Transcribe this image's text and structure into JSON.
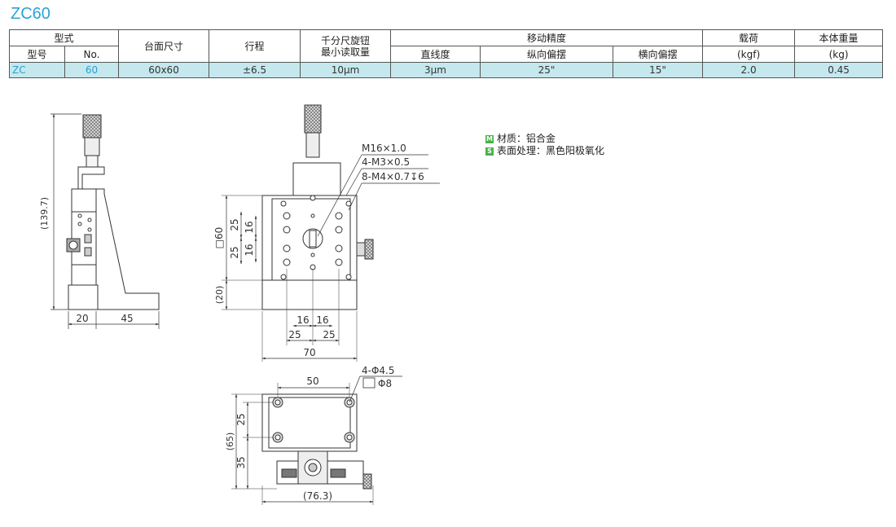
{
  "title": "ZC60",
  "table": {
    "header1": [
      "型式",
      "台面尺寸",
      "行程",
      "千分尺旋钮",
      "移动精度",
      "载荷",
      "本体重量"
    ],
    "header1_sub": [
      "最小读取量"
    ],
    "header2": [
      "型号",
      "No.",
      "直线度",
      "纵向偏摆",
      "横向偏摆",
      "(kgf)",
      "(kg)"
    ],
    "row": {
      "model": "ZC",
      "no": "60",
      "size": "60x60",
      "stroke": "±6.5",
      "min_read": "10μm",
      "straightness": "3μm",
      "pitch": "25\"",
      "yaw": "15\"",
      "load": "2.0",
      "weight": "0.45"
    }
  },
  "legend": {
    "material_badge": "M",
    "material": "材质：铝合金",
    "surface_badge": "S",
    "surface": "表面处理：黑色阳极氧化"
  },
  "dims": {
    "side_height": "(139.7)",
    "side_w1": "20",
    "side_w2": "45",
    "callout1": "M16×1.0",
    "callout2": "4-M3×0.5",
    "callout3": "8-M4×0.7↧6",
    "table_size": "□60",
    "v25a": "25",
    "v16a": "16",
    "v16b": "16",
    "v25b": "25",
    "v20": "(20)",
    "h16a": "16",
    "h16b": "16",
    "h25a": "25",
    "h25b": "25",
    "h70": "70",
    "bottom_50": "50",
    "bottom_hole": "4-Φ4.5",
    "bottom_cbore": "Φ8",
    "bottom_25": "25",
    "bottom_35": "35",
    "bottom_65": "(65)",
    "bottom_w": "(76.3)"
  }
}
